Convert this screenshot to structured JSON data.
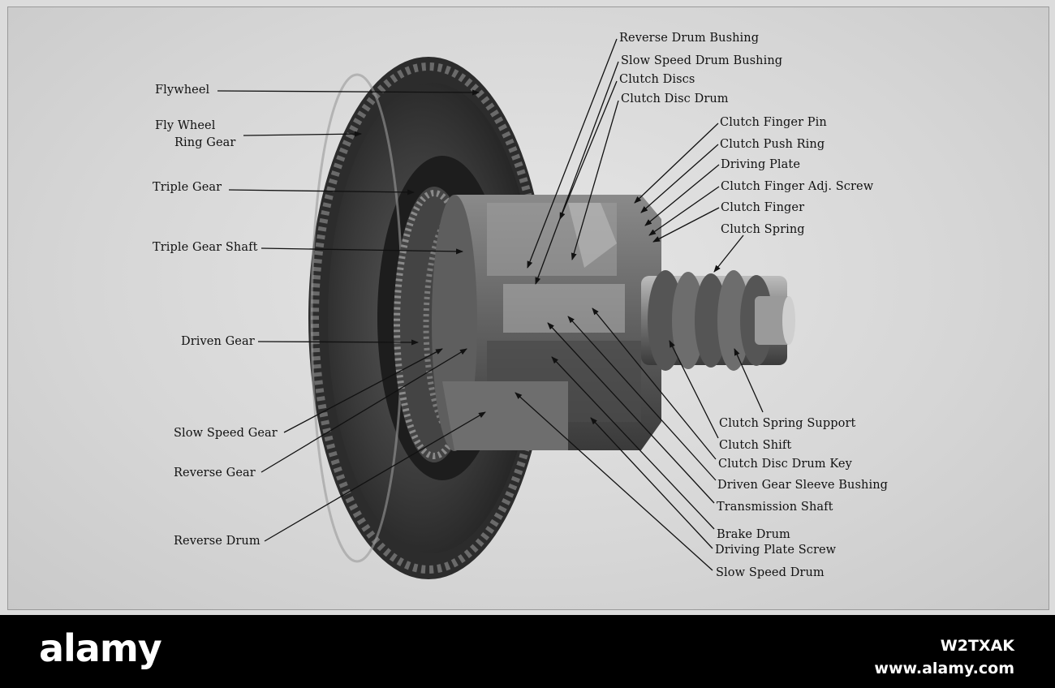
{
  "labels": {
    "flywheel": "Flywheel",
    "fly_wheel_ring_gear_line1": "Fly Wheel",
    "fly_wheel_ring_gear_line2": "Ring Gear",
    "triple_gear": "Triple Gear",
    "triple_gear_shaft": "Triple Gear Shaft",
    "driven_gear": "Driven Gear",
    "slow_speed_gear": "Slow Speed Gear",
    "reverse_gear": "Reverse Gear",
    "reverse_drum": "Reverse Drum",
    "reverse_drum_bushing": "Reverse Drum Bushing",
    "slow_speed_drum_bushing": "Slow Speed Drum Bushing",
    "clutch_discs": "Clutch Discs",
    "clutch_disc_drum": "Clutch Disc Drum",
    "clutch_finger_pin": "Clutch Finger Pin",
    "clutch_push_ring": "Clutch Push Ring",
    "driving_plate": "Driving Plate",
    "clutch_finger_adj_screw": "Clutch Finger Adj. Screw",
    "clutch_finger": "Clutch Finger",
    "clutch_spring": "Clutch Spring",
    "clutch_spring_support": "Clutch Spring Support",
    "clutch_shift": "Clutch Shift",
    "clutch_disc_drum_key": "Clutch Disc Drum Key",
    "driven_gear_sleeve_bushing": "Driven Gear Sleeve Bushing",
    "transmission_shaft": "Transmission Shaft",
    "brake_drum": "Brake Drum",
    "driving_plate_screw": "Driving Plate Screw",
    "slow_speed_drum": "Slow Speed Drum"
  },
  "footer": {
    "brand": "alamy",
    "image_id": "W2TXAK",
    "site": "www.alamy.com"
  }
}
